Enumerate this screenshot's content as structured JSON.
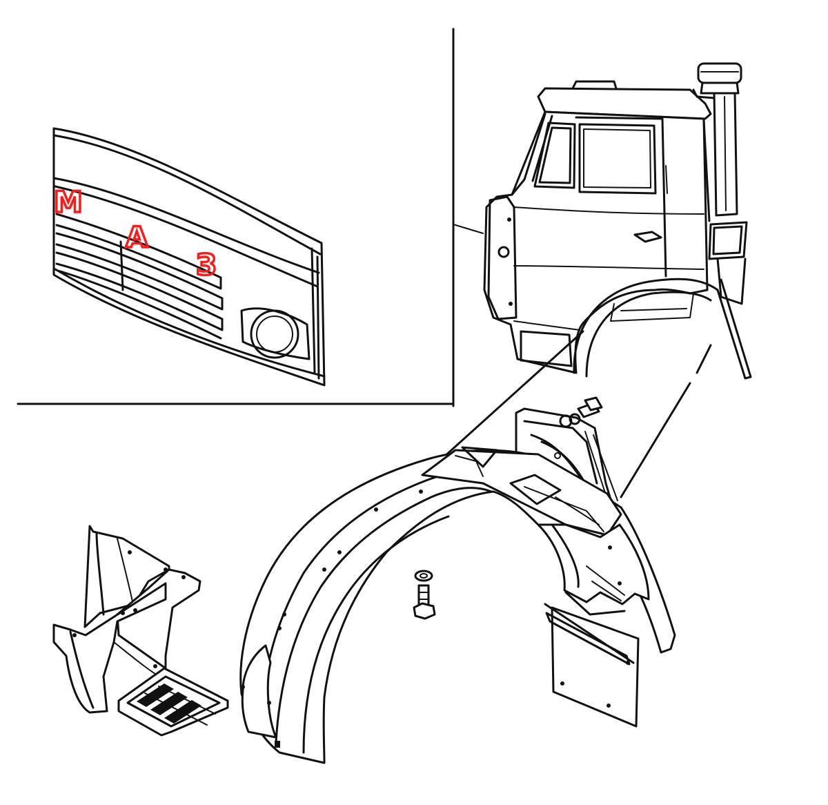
{
  "colors": {
    "ink": "#111111",
    "background": "#ffffff",
    "grille_letters": "#ff1a1a"
  },
  "grille_letters": [
    "М",
    "А",
    "З"
  ],
  "parts": {
    "grille": "front-grille-panel",
    "cab": "truck-cab",
    "fender": "rear-wheel-fender",
    "step": "boarding-step-bracket",
    "mudflap": "mud-flap",
    "bracket": "fender-mounting-bracket",
    "fastener": "bolt-and-washer"
  }
}
